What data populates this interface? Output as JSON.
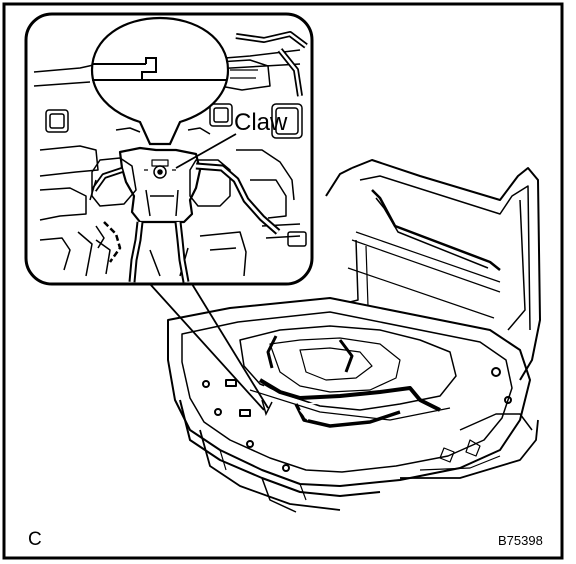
{
  "diagram": {
    "callout_label": "Claw",
    "corner_letter": "C",
    "figure_code": "B75398"
  },
  "colors": {
    "ink": "#000000",
    "paper": "#ffffff"
  }
}
